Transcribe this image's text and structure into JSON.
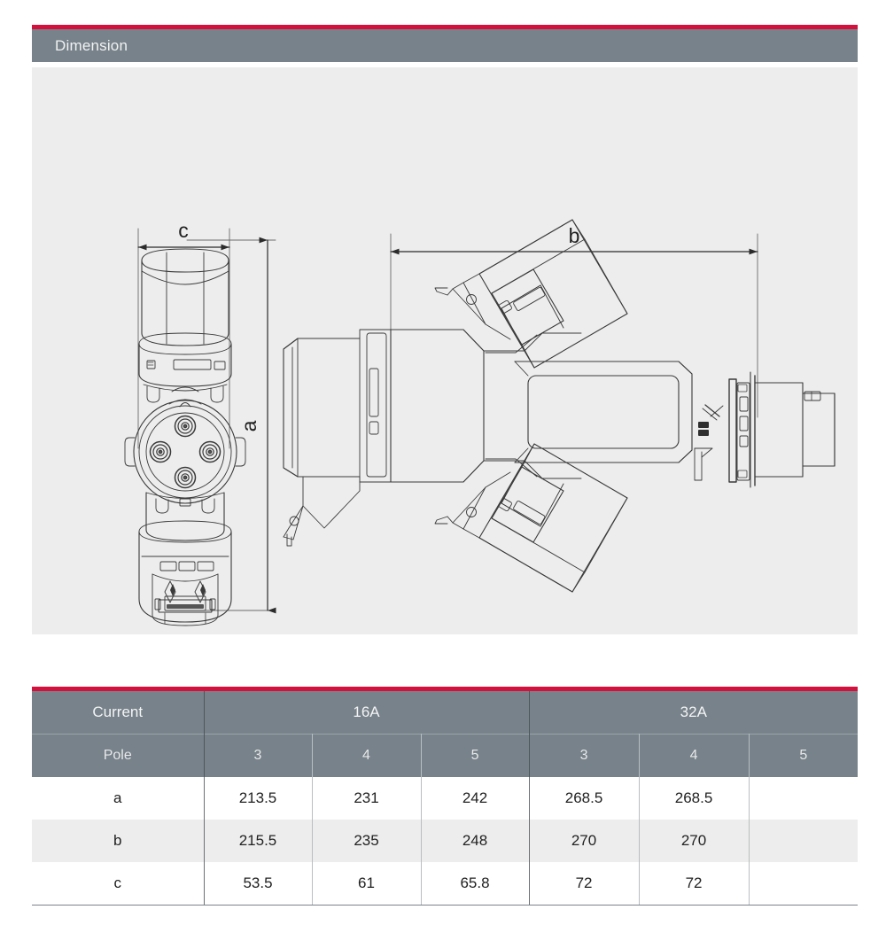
{
  "section": {
    "title": "Dimension",
    "accent_color": "#d5103c",
    "header_bg": "#77828a",
    "panel_bg": "#ededed"
  },
  "drawing": {
    "left_view": {
      "name": "front-side-view",
      "dimension_labels": {
        "width": "c",
        "height": "a"
      }
    },
    "right_view": {
      "name": "multi-outlet-plan-view",
      "dimension_labels": {
        "length": "b"
      }
    }
  },
  "table": {
    "row_header_labels": [
      "Current",
      "Pole"
    ],
    "current_groups": [
      {
        "label": "16A",
        "poles": [
          "3",
          "4",
          "5"
        ]
      },
      {
        "label": "32A",
        "poles": [
          "3",
          "4",
          "5"
        ]
      }
    ],
    "rows": [
      {
        "label": "a",
        "values": [
          "213.5",
          "231",
          "242",
          "268.5",
          "268.5",
          ""
        ]
      },
      {
        "label": "b",
        "values": [
          "215.5",
          "235",
          "248",
          "270",
          "270",
          ""
        ]
      },
      {
        "label": "c",
        "values": [
          "53.5",
          "61",
          "65.8",
          "72",
          "72",
          ""
        ]
      }
    ]
  }
}
